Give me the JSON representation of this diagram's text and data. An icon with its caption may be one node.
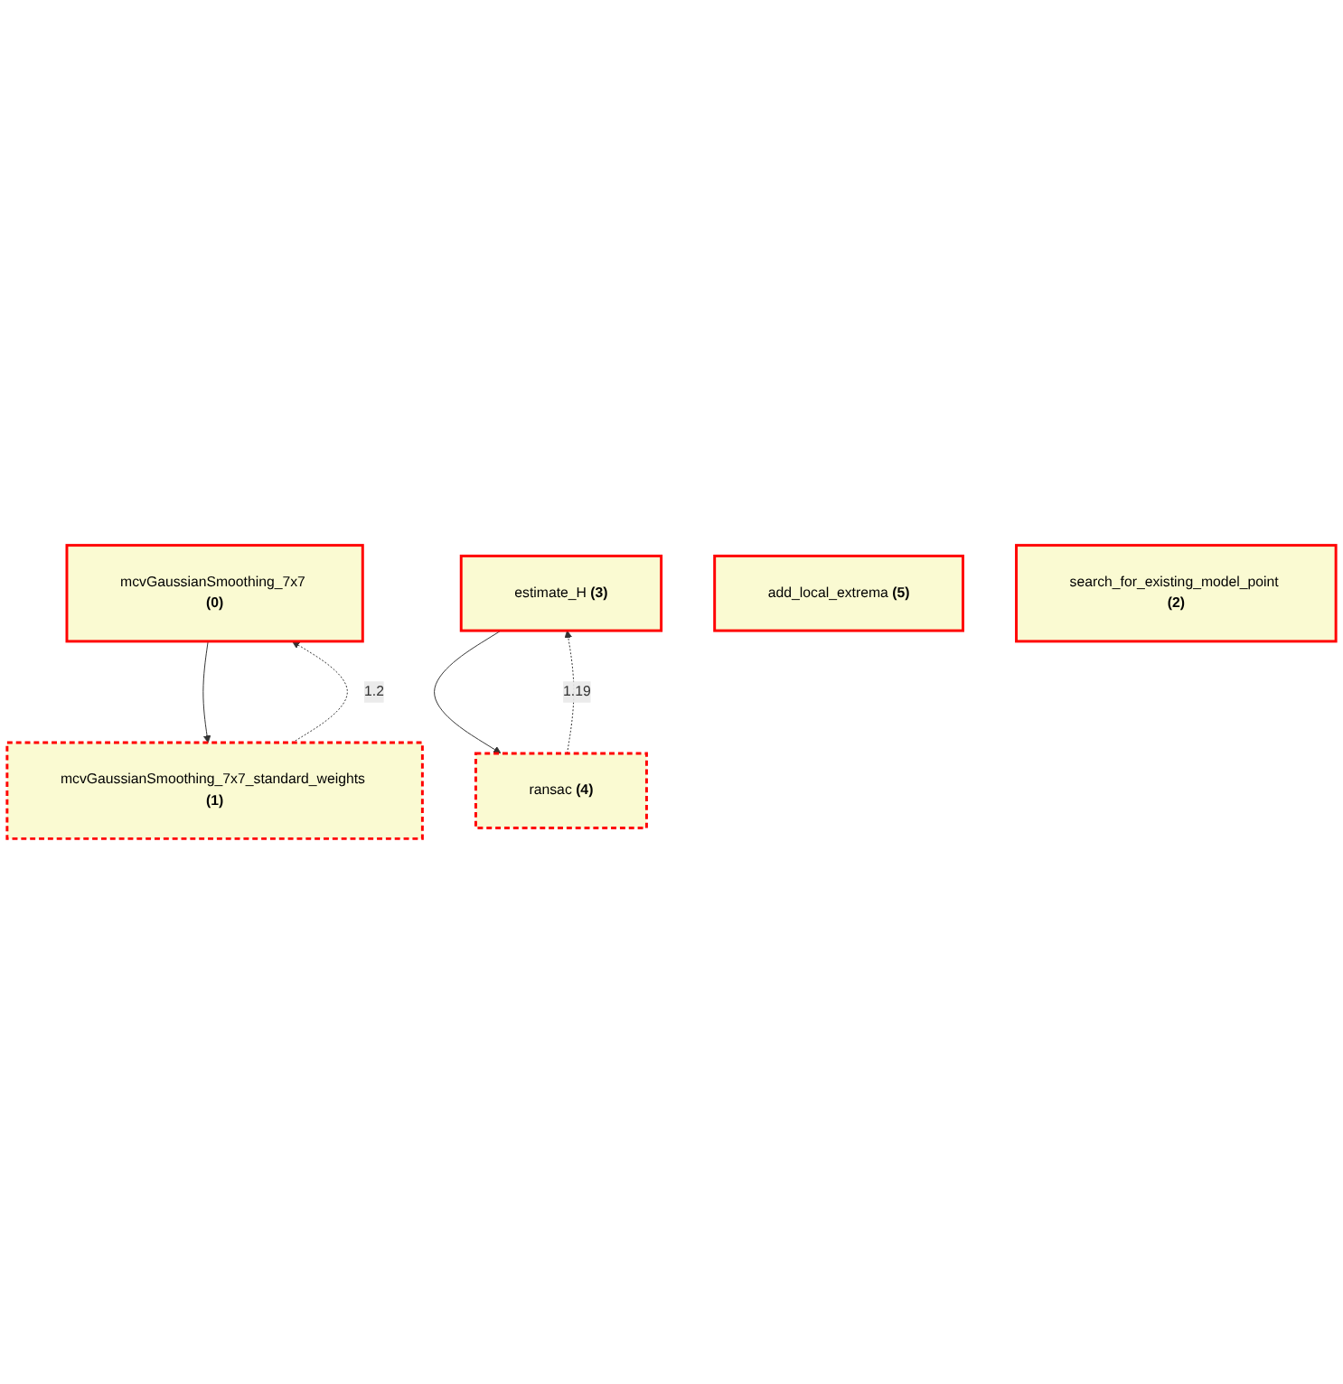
{
  "diagram": {
    "nodes": [
      {
        "text": [
          "mcvGaussianSmoothing_7x7 **(0)**"
        ]
      },
      {
        "text": [
          "mcvGaussianSmoothing_7x7_standard_weights **(1)**"
        ]
      },
      {
        "text": [
          "estimate_H **(3)**"
        ]
      },
      {
        "text": [
          "add_local_extrema **(5)**"
        ]
      },
      {
        "text": [
          "ransac **(4)**"
        ]
      },
      {
        "text": [
          "search_for_existing_model_point **(2)**"
        ]
      }
    ],
    "edges": [
      {
        "from": 0,
        "to": 1,
        "arrow": "to"
      },
      {
        "from": 1,
        "to": 0,
        "arrow": "to",
        "label": "1.2",
        "style": "dashed"
      },
      {
        "from": 2,
        "to": 4,
        "arrow": "to"
      },
      {
        "from": 4,
        "to": 2,
        "arrow": "to",
        "label": "1.19",
        "style": "dashed"
      }
    ]
  }
}
